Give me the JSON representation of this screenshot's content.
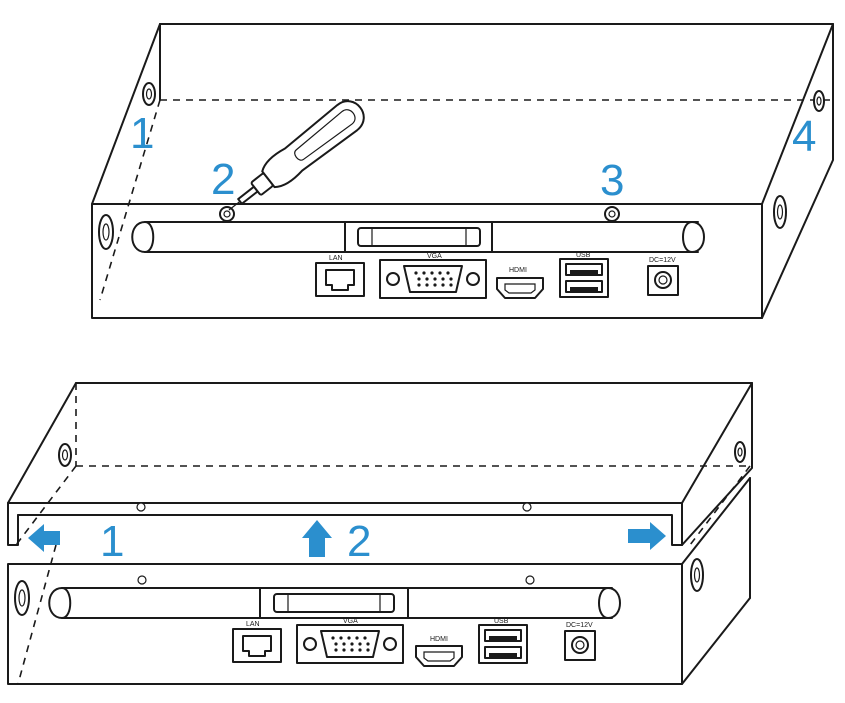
{
  "colors": {
    "accent": "#2b8fce",
    "line": "#1a1a1a",
    "background": "#ffffff"
  },
  "top_figure": {
    "steps": [
      "1",
      "2",
      "3",
      "4"
    ],
    "ports": {
      "lan": "LAN",
      "vga": "VGA",
      "hdmi": "HDMI",
      "usb": "USB",
      "dc": "DC=12V"
    },
    "tool": "screwdriver-icon"
  },
  "bottom_figure": {
    "steps": [
      "1",
      "2"
    ],
    "arrows": [
      "arrow-left-icon",
      "arrow-up-icon",
      "arrow-right-icon"
    ],
    "ports": {
      "lan": "LAN",
      "vga": "VGA",
      "hdmi": "HDMI",
      "usb": "USB",
      "dc": "DC=12V"
    }
  }
}
